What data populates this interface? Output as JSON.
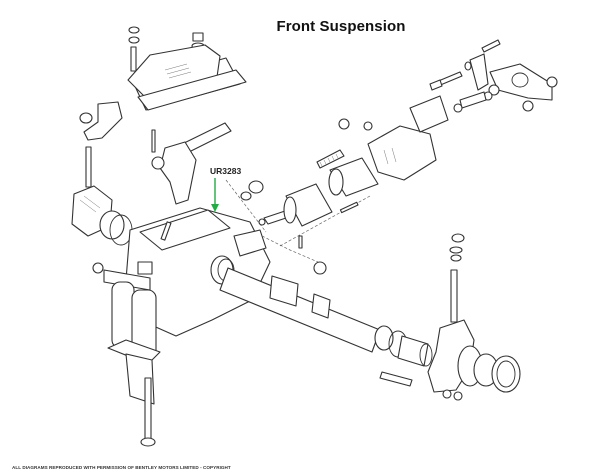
{
  "diagram": {
    "title": "Front Suspension",
    "callouts": [
      {
        "part_number": "UR3283",
        "pointer_color": "#22aa44"
      }
    ],
    "copyright": "ALL DIAGRAMS REPRODUCED WITH PERMISSION OF BENTLEY MOTORS LIMITED - COPYRIGHT"
  }
}
